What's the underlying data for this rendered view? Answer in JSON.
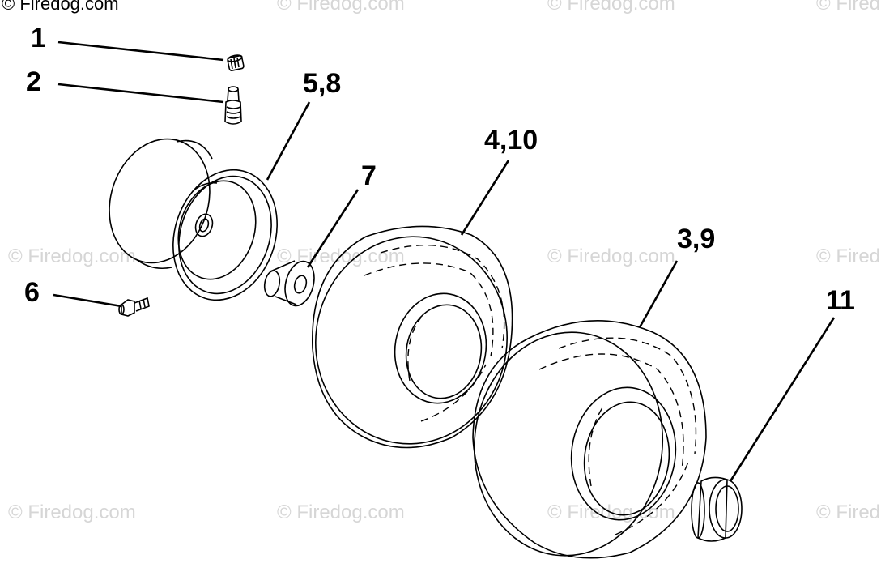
{
  "watermark": {
    "text": "© Firedog.com",
    "top_left_text": "© Firedog.com"
  },
  "callouts": {
    "c1": "1",
    "c2": "2",
    "c58": "5,8",
    "c7": "7",
    "c410": "4,10",
    "c39": "3,9",
    "c6": "6",
    "c11": "11"
  },
  "parts": [
    {
      "callout": "1",
      "part": "valve-cap"
    },
    {
      "callout": "2",
      "part": "valve-stem"
    },
    {
      "callout": "5,8",
      "part": "wheel-rim"
    },
    {
      "callout": "7",
      "part": "flanged-bushing"
    },
    {
      "callout": "6",
      "part": "grease-fitting"
    },
    {
      "callout": "4,10",
      "part": "front-tire"
    },
    {
      "callout": "3,9",
      "part": "rear-tire"
    },
    {
      "callout": "11",
      "part": "hub-cap"
    }
  ]
}
